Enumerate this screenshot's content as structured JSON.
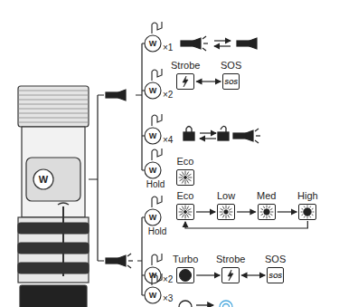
{
  "diagram": {
    "nodes": [
      {
        "text": [
          "Strobe"
        ]
      },
      {
        "text": [
          "SOS",
          "SOS"
        ]
      },
      {
        "text": [
          "Eco"
        ]
      },
      {
        "text": [
          "Eco"
        ]
      },
      {
        "text": [
          "Low"
        ]
      },
      {
        "text": [
          "Med"
        ]
      },
      {
        "text": [
          "High"
        ]
      },
      {
        "text": [
          "Turbo"
        ]
      },
      {
        "text": [
          "Strobe"
        ]
      },
      {
        "text": [
          "SOS",
          "SOS"
        ]
      }
    ],
    "edges": [
      {
        "from": 0,
        "to": 1,
        "arrow": "both"
      },
      {
        "from": 3,
        "to": 4,
        "arrow": "to"
      },
      {
        "from": 4,
        "to": 5,
        "arrow": "to"
      },
      {
        "from": 5,
        "to": 6,
        "arrow": "to"
      },
      {
        "from": 6,
        "to": 3,
        "arrow": "to"
      },
      {
        "from": 7,
        "to": 8,
        "arrow": "to"
      },
      {
        "from": 8,
        "to": 9,
        "arrow": "both"
      }
    ],
    "labels": [
      "W",
      "W",
      "×1",
      "W",
      "×2",
      "W",
      "×4",
      "W",
      "Hold",
      "W",
      "Hold",
      "W",
      "×2",
      "W",
      "×3"
    ]
  }
}
